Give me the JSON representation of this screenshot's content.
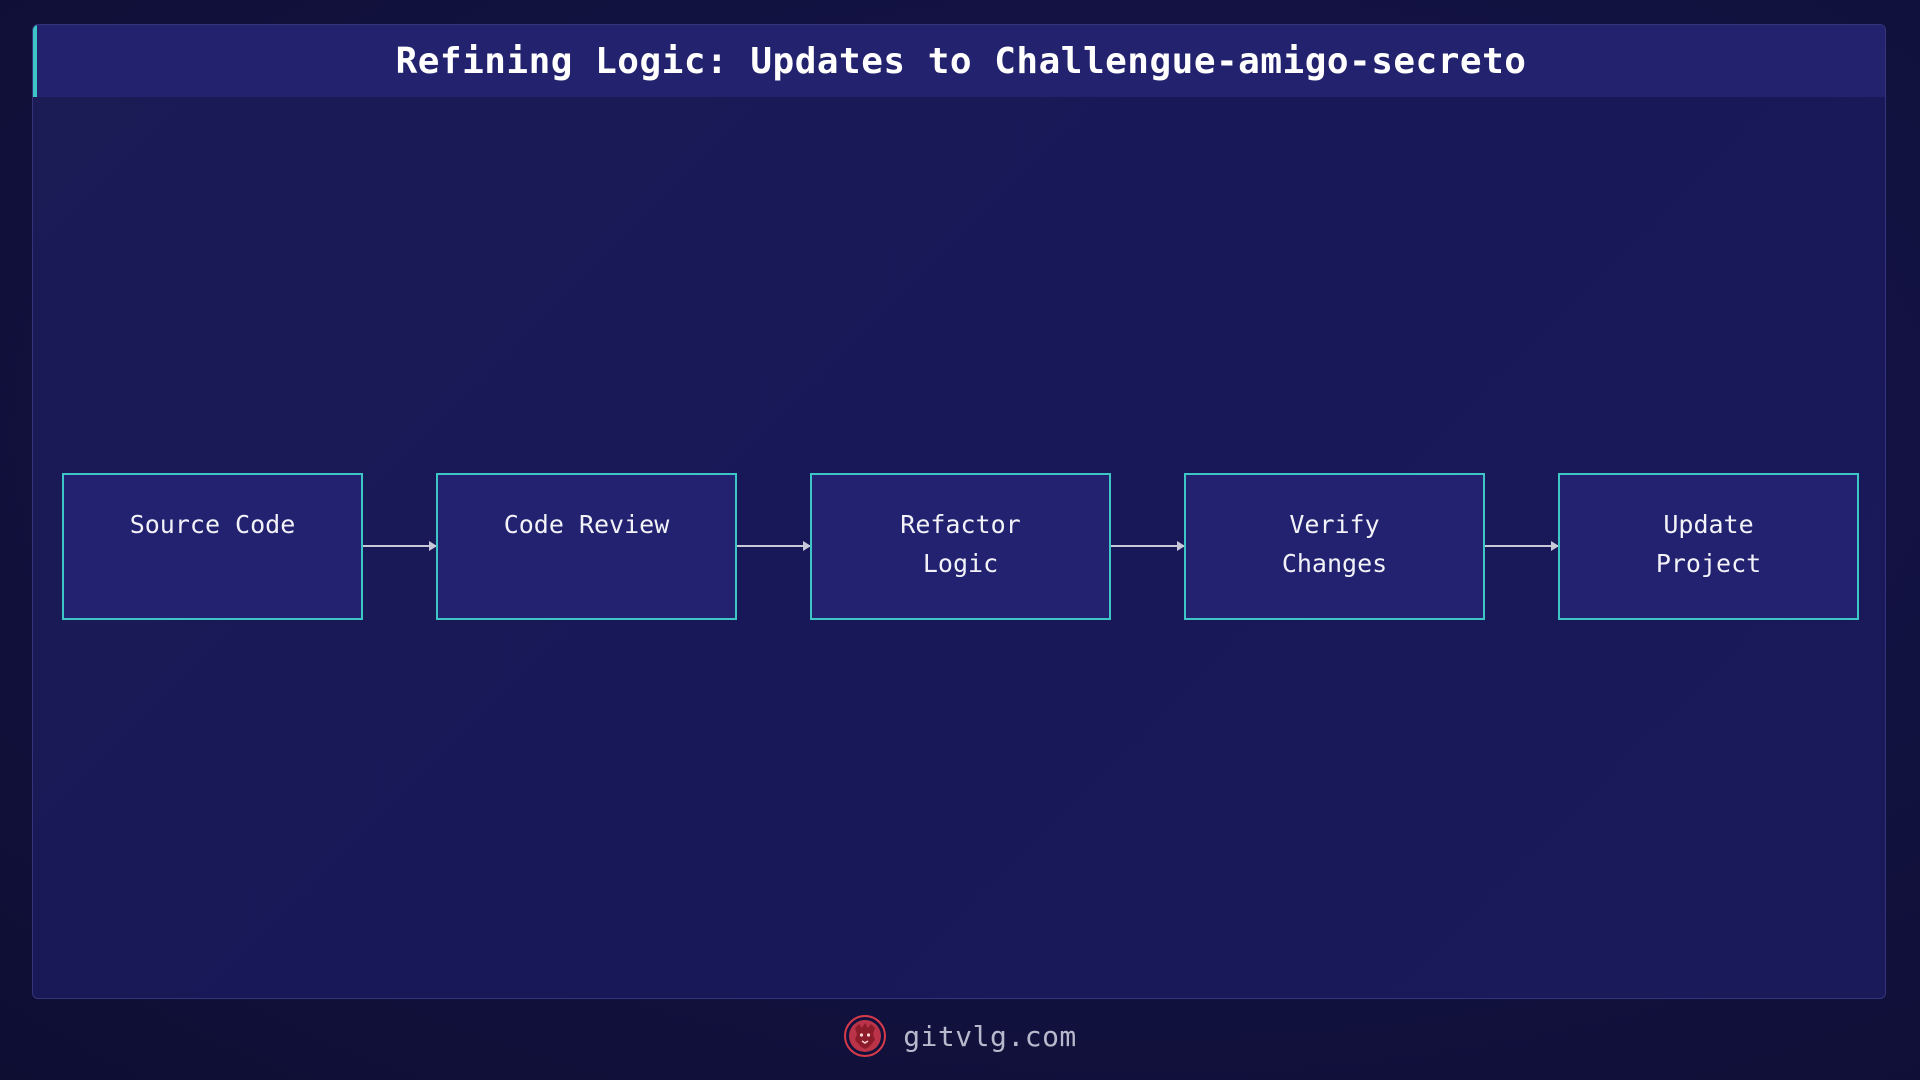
{
  "title": "Refining Logic: Updates to Challengue-amigo-secreto",
  "steps": [
    {
      "lines": [
        "Source Code"
      ]
    },
    {
      "lines": [
        "Code Review"
      ]
    },
    {
      "lines": [
        "Refactor",
        "Logic"
      ]
    },
    {
      "lines": [
        "Verify",
        "Changes"
      ]
    },
    {
      "lines": [
        "Update",
        "Project"
      ]
    }
  ],
  "footer": {
    "site": "gitvlg.com",
    "logo_icon": "lion-logo-icon"
  },
  "colors": {
    "accent": "#3ec6c6",
    "node_fill": "#222270",
    "title_bar": "#22226f",
    "logo": "#d93a4a"
  }
}
